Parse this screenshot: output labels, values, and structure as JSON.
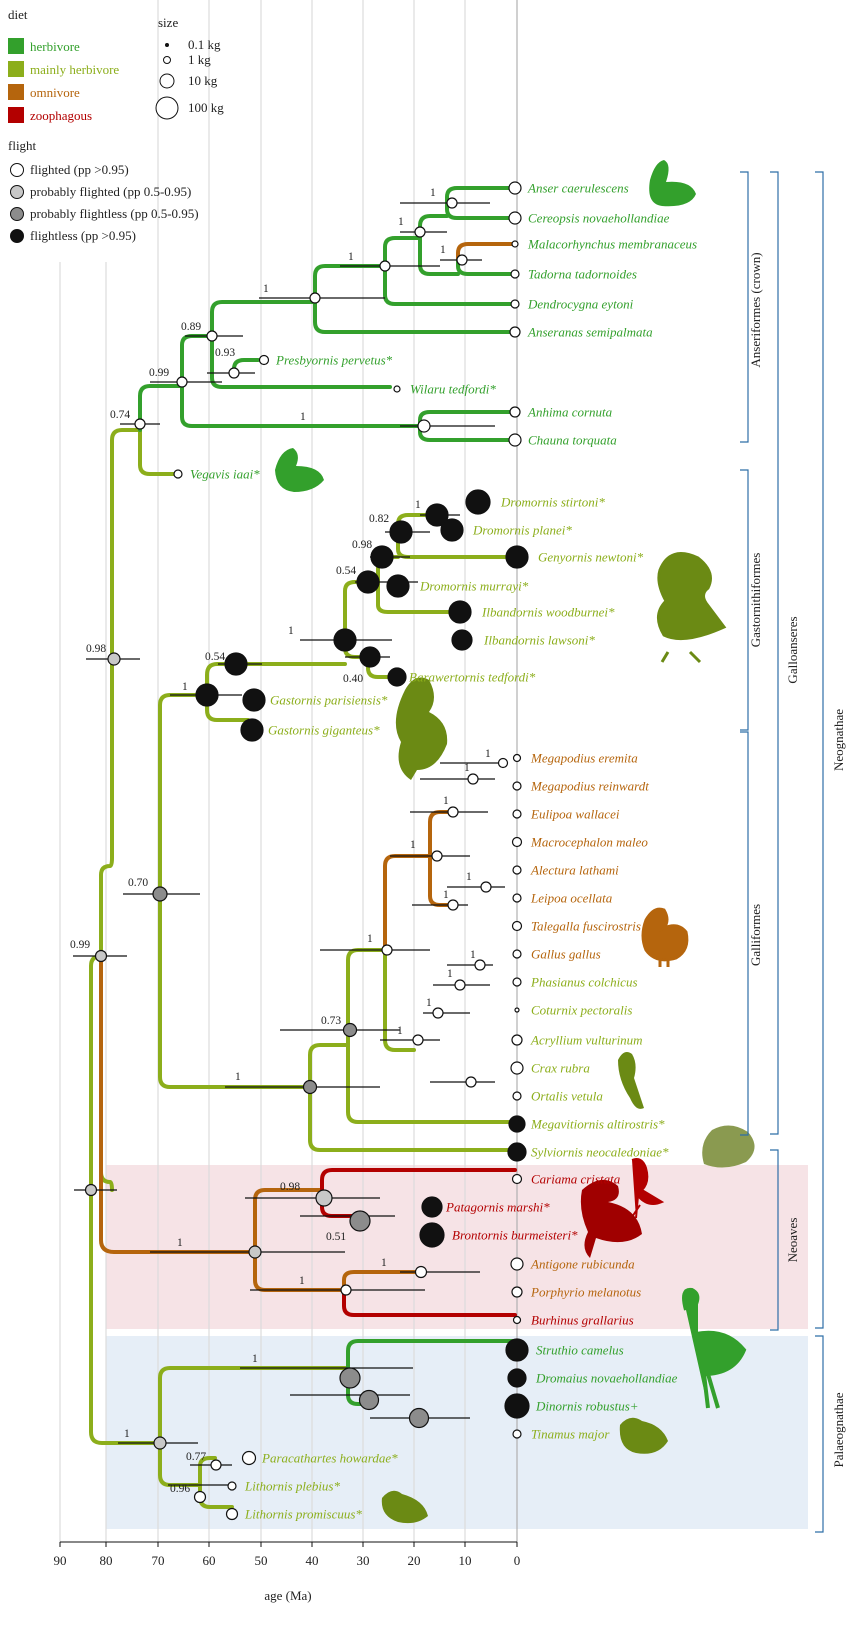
{
  "legend": {
    "diet_title": "diet",
    "diet_items": [
      {
        "label": "herbivore",
        "color": "#33a02c"
      },
      {
        "label": "mainly herbivore",
        "color": "#8cae1b"
      },
      {
        "label": "omnivore",
        "color": "#b5650d"
      },
      {
        "label": "zoophagous",
        "color": "#b30000"
      }
    ],
    "size_title": "size",
    "size_items": [
      "0.1 kg",
      "1 kg",
      "10 kg",
      "100 kg"
    ],
    "flight_title": "flight",
    "flight_items": [
      {
        "label": "flighted (pp >0.95)",
        "fill": "#ffffff"
      },
      {
        "label": "probably flighted (pp 0.5-0.95)",
        "fill": "#c8c8c8"
      },
      {
        "label": "probably flightless (pp 0.5-0.95)",
        "fill": "#8c8c8c"
      },
      {
        "label": "flightless (pp >0.95)",
        "fill": "#111111"
      }
    ]
  },
  "axis": {
    "title": "age (Ma)",
    "ticks": [
      "90",
      "80",
      "70",
      "60",
      "50",
      "40",
      "30",
      "20",
      "10",
      "0"
    ]
  },
  "clades": {
    "anseriformes": "Anseriformes (crown)",
    "gastornithiformes": "Gastornithiformes",
    "galliformes": "Galliformes",
    "galloanseres": "Galloanseres",
    "neognathae": "Neognathae",
    "neoaves": "Neoaves",
    "palaeognathae": "Palaeognathae"
  },
  "taxa": [
    {
      "name": "Anser caerulescens",
      "diet": "herbivore",
      "flight": "flighted"
    },
    {
      "name": "Cereopsis novaehollandiae",
      "diet": "herbivore",
      "flight": "flighted"
    },
    {
      "name": "Malacorhynchus membranaceus",
      "diet": "herbivore",
      "flight": "flighted"
    },
    {
      "name": "Tadorna tadornoides",
      "diet": "herbivore",
      "flight": "flighted"
    },
    {
      "name": "Dendrocygna eytoni",
      "diet": "herbivore",
      "flight": "flighted"
    },
    {
      "name": "Anseranas semipalmata",
      "diet": "herbivore",
      "flight": "flighted"
    },
    {
      "name": "Presbyornis pervetus*",
      "diet": "herbivore",
      "flight": "flighted"
    },
    {
      "name": "Wilaru tedfordi*",
      "diet": "herbivore",
      "flight": "flighted"
    },
    {
      "name": "Anhima cornuta",
      "diet": "herbivore",
      "flight": "flighted"
    },
    {
      "name": "Chauna torquata",
      "diet": "herbivore",
      "flight": "flighted"
    },
    {
      "name": "Vegavis iaai*",
      "diet": "herbivore",
      "flight": "flighted"
    },
    {
      "name": "Dromornis stirtoni*",
      "diet": "mainly herbivore",
      "flight": "flightless"
    },
    {
      "name": "Dromornis planei*",
      "diet": "mainly herbivore",
      "flight": "flightless"
    },
    {
      "name": "Genyornis newtoni*",
      "diet": "mainly herbivore",
      "flight": "flightless"
    },
    {
      "name": "Dromornis murrayi*",
      "diet": "mainly herbivore",
      "flight": "flightless"
    },
    {
      "name": "Ilbandornis woodburnei*",
      "diet": "mainly herbivore",
      "flight": "flightless"
    },
    {
      "name": "Ilbandornis lawsoni*",
      "diet": "mainly herbivore",
      "flight": "flightless"
    },
    {
      "name": "Barawertornis tedfordi*",
      "diet": "mainly herbivore",
      "flight": "flightless"
    },
    {
      "name": "Gastornis parisiensis*",
      "diet": "mainly herbivore",
      "flight": "flightless"
    },
    {
      "name": "Gastornis giganteus*",
      "diet": "mainly herbivore",
      "flight": "flightless"
    },
    {
      "name": "Megapodius eremita",
      "diet": "omnivore",
      "flight": "flighted"
    },
    {
      "name": "Megapodius reinwardt",
      "diet": "omnivore",
      "flight": "flighted"
    },
    {
      "name": "Eulipoa wallacei",
      "diet": "omnivore",
      "flight": "flighted"
    },
    {
      "name": "Macrocephalon maleo",
      "diet": "omnivore",
      "flight": "flighted"
    },
    {
      "name": "Alectura lathami",
      "diet": "omnivore",
      "flight": "flighted"
    },
    {
      "name": "Leipoa ocellata",
      "diet": "omnivore",
      "flight": "flighted"
    },
    {
      "name": "Talegalla fuscirostris",
      "diet": "omnivore",
      "flight": "flighted"
    },
    {
      "name": "Gallus gallus",
      "diet": "omnivore",
      "flight": "flighted"
    },
    {
      "name": "Phasianus colchicus",
      "diet": "mainly herbivore",
      "flight": "flighted"
    },
    {
      "name": "Coturnix pectoralis",
      "diet": "mainly herbivore",
      "flight": "flighted"
    },
    {
      "name": "Acryllium vulturinum",
      "diet": "mainly herbivore",
      "flight": "flighted"
    },
    {
      "name": "Crax rubra",
      "diet": "mainly herbivore",
      "flight": "flighted"
    },
    {
      "name": "Ortalis vetula",
      "diet": "mainly herbivore",
      "flight": "flighted"
    },
    {
      "name": "Megavitiornis altirostris*",
      "diet": "mainly herbivore",
      "flight": "flightless"
    },
    {
      "name": "Sylviornis neocaledoniae*",
      "diet": "mainly herbivore",
      "flight": "flightless"
    },
    {
      "name": "Cariama cristata",
      "diet": "zoophagous",
      "flight": "flighted"
    },
    {
      "name": "Patagornis marshi*",
      "diet": "zoophagous",
      "flight": "flightless"
    },
    {
      "name": "Brontornis burmeisteri*",
      "diet": "zoophagous",
      "flight": "flightless"
    },
    {
      "name": "Antigone rubicunda",
      "diet": "omnivore",
      "flight": "flighted"
    },
    {
      "name": "Porphyrio melanotus",
      "diet": "omnivore",
      "flight": "flighted"
    },
    {
      "name": "Burhinus grallarius",
      "diet": "zoophagous",
      "flight": "flighted"
    },
    {
      "name": "Struthio camelus",
      "diet": "herbivore",
      "flight": "flightless"
    },
    {
      "name": "Dromaius novaehollandiae",
      "diet": "herbivore",
      "flight": "flightless"
    },
    {
      "name": "Dinornis robustus+",
      "diet": "herbivore",
      "flight": "flightless"
    },
    {
      "name": "Tinamus major",
      "diet": "mainly herbivore",
      "flight": "flighted"
    },
    {
      "name": "Paracathartes howardae*",
      "diet": "mainly herbivore",
      "flight": "flighted"
    },
    {
      "name": "Lithornis plebius*",
      "diet": "mainly herbivore",
      "flight": "flighted"
    },
    {
      "name": "Lithornis promiscuus*",
      "diet": "mainly herbivore",
      "flight": "flighted"
    }
  ],
  "support_values": [
    "1",
    "1",
    "1",
    "1",
    "1",
    "0.89",
    "0.93",
    "0.99",
    "1",
    "0.74",
    "0.98",
    "1",
    "0.82",
    "0.98",
    "0.54",
    "1",
    "0.54",
    "1",
    "0.40",
    "1",
    "1",
    "1",
    "1",
    "1",
    "1",
    "1",
    "1",
    "1",
    "1",
    "0.73",
    "1",
    "1",
    "0.70",
    "0.99",
    "0.98",
    "0.51",
    "1",
    "1",
    "1",
    "1",
    "0.77",
    "0.96",
    "1"
  ]
}
